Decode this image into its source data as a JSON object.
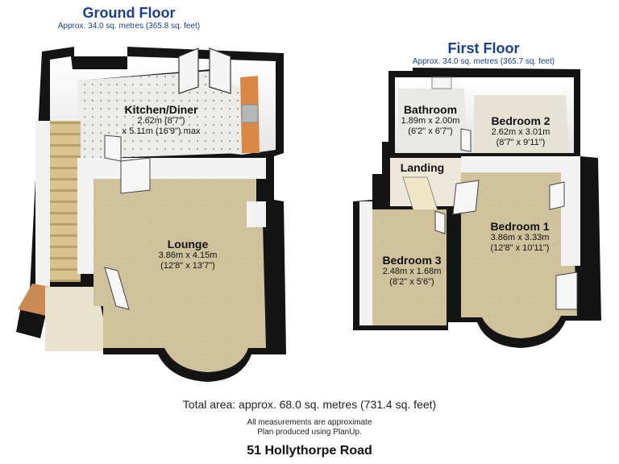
{
  "ground_floor": {
    "title": "Ground Floor",
    "area": "Approx. 34.0 sq. metres (365.8 sq. feet)",
    "rooms": {
      "kitchen": {
        "name": "Kitchen/Diner",
        "dim1": "2.62m (8'7\")",
        "dim2": "x 5.11m (16'9\") max"
      },
      "lounge": {
        "name": "Lounge",
        "dim1": "3.86m x 4.15m",
        "dim2": "(12'8\" x 13'7\")"
      }
    }
  },
  "first_floor": {
    "title": "First Floor",
    "area": "Approx. 34.0 sq. metres (365.7 sq. feet)",
    "rooms": {
      "bathroom": {
        "name": "Bathroom",
        "dim1": "1.89m x 2.00m",
        "dim2": "(6'2\" x 6'7\")"
      },
      "bedroom2": {
        "name": "Bedroom 2",
        "dim1": "2.62m x 3.01m",
        "dim2": "(8'7\" x 9'11\")"
      },
      "landing": {
        "name": "Landing"
      },
      "bedroom1": {
        "name": "Bedroom 1",
        "dim1": "3.86m x 3.33m",
        "dim2": "(12'8\" x 10'11\")"
      },
      "bedroom3": {
        "name": "Bedroom 3",
        "dim1": "2.48m x 1.68m",
        "dim2": "(8'2\" x 5'6\")"
      }
    }
  },
  "footer": {
    "total_area": "Total area: approx. 68.0 sq. metres (731.4 sq. feet)",
    "note1": "All measurements are approximate",
    "note2": "Plan produced using PlanUp.",
    "address": "51 Hollythorpe Road"
  },
  "colors": {
    "title_blue": "#1a3f8f",
    "wall": "#141414",
    "wall_side": "#f2f2f2",
    "carpet": "#cfc29d",
    "tile": "#ecece8",
    "stairs": "#d8c28f",
    "worktop": "#d8894a"
  }
}
